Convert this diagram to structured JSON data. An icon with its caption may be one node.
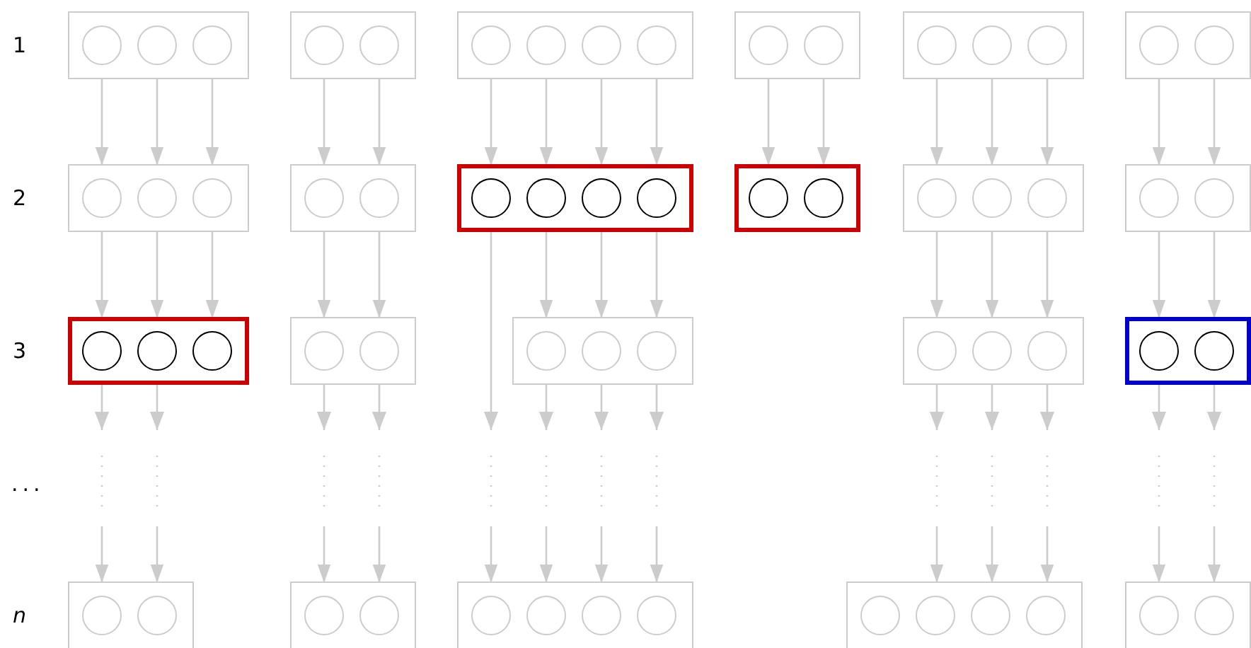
{
  "diagram": {
    "nodes": [
      {
        "text": [],
        "shape": "box"
      },
      {
        "text": [],
        "shape": "circle",
        "in": 0
      },
      {
        "text": [],
        "shape": "circle",
        "in": 0
      },
      {
        "text": [],
        "shape": "circle",
        "in": 0
      },
      {
        "text": [],
        "shape": "box"
      },
      {
        "text": [],
        "shape": "circle",
        "in": 4
      },
      {
        "text": [],
        "shape": "circle",
        "in": 4
      },
      {
        "text": [],
        "shape": "box"
      },
      {
        "text": [],
        "shape": "circle",
        "in": 7
      },
      {
        "text": [],
        "shape": "circle",
        "in": 7
      },
      {
        "text": [],
        "shape": "circle",
        "in": 7
      },
      {
        "text": [],
        "shape": "circle",
        "in": 7
      },
      {
        "text": [],
        "shape": "box"
      },
      {
        "text": [],
        "shape": "circle",
        "in": 12
      },
      {
        "text": [],
        "shape": "circle",
        "in": 12
      },
      {
        "text": [],
        "shape": "box"
      },
      {
        "text": [],
        "shape": "circle",
        "in": 15
      },
      {
        "text": [],
        "shape": "circle",
        "in": 15
      },
      {
        "text": [],
        "shape": "circle",
        "in": 15
      },
      {
        "text": [],
        "shape": "box"
      },
      {
        "text": [],
        "shape": "circle",
        "in": 19
      },
      {
        "text": [],
        "shape": "circle",
        "in": 19
      },
      {
        "text": [],
        "shape": "box"
      },
      {
        "text": [],
        "shape": "circle",
        "in": 22
      },
      {
        "text": [],
        "shape": "circle",
        "in": 22
      },
      {
        "text": [],
        "shape": "circle",
        "in": 22
      },
      {
        "text": [],
        "shape": "box"
      },
      {
        "text": [],
        "shape": "circle",
        "in": 26
      },
      {
        "text": [],
        "shape": "circle",
        "in": 26
      },
      {
        "text": [],
        "shape": "box"
      },
      {
        "text": [],
        "shape": "circle",
        "in": 29
      },
      {
        "text": [],
        "shape": "circle",
        "in": 29
      },
      {
        "text": [],
        "shape": "circle",
        "in": 29
      },
      {
        "text": [],
        "shape": "circle",
        "in": 29
      },
      {
        "text": [],
        "shape": "box"
      },
      {
        "text": [],
        "shape": "circle",
        "in": 34
      },
      {
        "text": [],
        "shape": "circle",
        "in": 34
      },
      {
        "text": [],
        "shape": "box"
      },
      {
        "text": [],
        "shape": "circle",
        "in": 37
      },
      {
        "text": [],
        "shape": "circle",
        "in": 37
      },
      {
        "text": [],
        "shape": "circle",
        "in": 37
      },
      {
        "text": [],
        "shape": "box"
      },
      {
        "text": [],
        "shape": "circle",
        "in": 41
      },
      {
        "text": [],
        "shape": "circle",
        "in": 41
      },
      {
        "text": [],
        "shape": "box"
      },
      {
        "text": [],
        "shape": "circle",
        "in": 44
      },
      {
        "text": [],
        "shape": "circle",
        "in": 44
      },
      {
        "text": [],
        "shape": "circle",
        "in": 44
      },
      {
        "text": [],
        "shape": "box"
      },
      {
        "text": [],
        "shape": "circle",
        "in": 48
      },
      {
        "text": [],
        "shape": "circle",
        "in": 48
      },
      {
        "text": [],
        "shape": "box"
      },
      {
        "text": [],
        "shape": "circle",
        "in": 51
      },
      {
        "text": [],
        "shape": "circle",
        "in": 51
      },
      {
        "text": [],
        "shape": "circle",
        "in": 51
      },
      {
        "text": [],
        "shape": "box"
      },
      {
        "text": [],
        "shape": "circle",
        "in": 55
      },
      {
        "text": [],
        "shape": "circle",
        "in": 55
      },
      {
        "text": [],
        "shape": "circle",
        "in": 55
      },
      {
        "text": [],
        "shape": "box"
      },
      {
        "text": [],
        "shape": "circle",
        "in": 59
      },
      {
        "text": [],
        "shape": "circle",
        "in": 59
      },
      {
        "text": [],
        "shape": "box"
      },
      {
        "text": [],
        "shape": "circle",
        "in": 62
      },
      {
        "text": [],
        "shape": "circle",
        "in": 62
      },
      {
        "text": [],
        "shape": "box"
      },
      {
        "text": [],
        "shape": "circle",
        "in": 65
      },
      {
        "text": [],
        "shape": "circle",
        "in": 65
      },
      {
        "text": [],
        "shape": "box"
      },
      {
        "text": [],
        "shape": "circle",
        "in": 68
      },
      {
        "text": [],
        "shape": "circle",
        "in": 68
      },
      {
        "text": [],
        "shape": "circle",
        "in": 68
      },
      {
        "text": [],
        "shape": "circle",
        "in": 68
      },
      {
        "text": [],
        "shape": "box"
      },
      {
        "text": [],
        "shape": "circle",
        "in": 73
      },
      {
        "text": [],
        "shape": "circle",
        "in": 73
      },
      {
        "text": [],
        "shape": "circle",
        "in": 73
      },
      {
        "text": [],
        "shape": "circle",
        "in": 73
      },
      {
        "text": [],
        "shape": "box"
      },
      {
        "text": [],
        "shape": "circle",
        "in": 78
      },
      {
        "text": [],
        "shape": "circle",
        "in": 78
      }
    ],
    "edges": [
      {
        "from": 1,
        "to": 23,
        "arrow": "to"
      },
      {
        "from": 2,
        "to": 24,
        "arrow": "to"
      },
      {
        "from": 3,
        "to": 25,
        "arrow": "to"
      },
      {
        "from": 5,
        "to": 27,
        "arrow": "to"
      },
      {
        "from": 6,
        "to": 28,
        "arrow": "to"
      },
      {
        "from": 8,
        "to": 30,
        "arrow": "to"
      },
      {
        "from": 9,
        "to": 31,
        "arrow": "to"
      },
      {
        "from": 10,
        "to": 32,
        "arrow": "to"
      },
      {
        "from": 11,
        "to": 33,
        "arrow": "to"
      },
      {
        "from": 13,
        "to": 35,
        "arrow": "to"
      },
      {
        "from": 14,
        "to": 36,
        "arrow": "to"
      },
      {
        "from": 16,
        "to": 38,
        "arrow": "to"
      },
      {
        "from": 17,
        "to": 39,
        "arrow": "to"
      },
      {
        "from": 18,
        "to": 40,
        "arrow": "to"
      },
      {
        "from": 20,
        "to": 42,
        "arrow": "to"
      },
      {
        "from": 21,
        "to": 43,
        "arrow": "to"
      },
      {
        "from": 23,
        "to": 45,
        "arrow": "to"
      },
      {
        "from": 24,
        "to": 46,
        "arrow": "to"
      },
      {
        "from": 25,
        "to": 47,
        "arrow": "to"
      },
      {
        "from": 27,
        "to": 49,
        "arrow": "to"
      },
      {
        "from": 28,
        "to": 50,
        "arrow": "to"
      },
      {
        "from": 31,
        "to": 52,
        "arrow": "to"
      },
      {
        "from": 32,
        "to": 53,
        "arrow": "to"
      },
      {
        "from": 33,
        "to": 54,
        "arrow": "to"
      },
      {
        "from": 38,
        "to": 56,
        "arrow": "to"
      },
      {
        "from": 39,
        "to": 57,
        "arrow": "to"
      },
      {
        "from": 40,
        "to": 58,
        "arrow": "to"
      },
      {
        "from": 42,
        "to": 60,
        "arrow": "to"
      },
      {
        "from": 43,
        "to": 61,
        "arrow": "to"
      },
      {
        "from": 45,
        "to": 63,
        "arrow": "to",
        "style": "dashed"
      },
      {
        "from": 46,
        "to": 64,
        "arrow": "to",
        "style": "dashed"
      },
      {
        "from": 49,
        "to": 66,
        "arrow": "to",
        "style": "dashed"
      },
      {
        "from": 50,
        "to": 67,
        "arrow": "to",
        "style": "dashed"
      },
      {
        "from": 30,
        "to": 69,
        "arrow": "to",
        "style": "dashed"
      },
      {
        "from": 52,
        "to": 70,
        "arrow": "to",
        "style": "dashed"
      },
      {
        "from": 53,
        "to": 71,
        "arrow": "to",
        "style": "dashed"
      },
      {
        "from": 54,
        "to": 72,
        "arrow": "to",
        "style": "dashed"
      },
      {
        "from": 56,
        "to": 75,
        "arrow": "to",
        "style": "dashed"
      },
      {
        "from": 57,
        "to": 76,
        "arrow": "to",
        "style": "dashed"
      },
      {
        "from": 58,
        "to": 77,
        "arrow": "to",
        "style": "dashed"
      },
      {
        "from": 60,
        "to": 79,
        "arrow": "to",
        "style": "dashed"
      },
      {
        "from": 61,
        "to": 80,
        "arrow": "to",
        "style": "dashed"
      }
    ],
    "labels": [
      "1",
      "2",
      "3",
      "...",
      "n"
    ]
  }
}
